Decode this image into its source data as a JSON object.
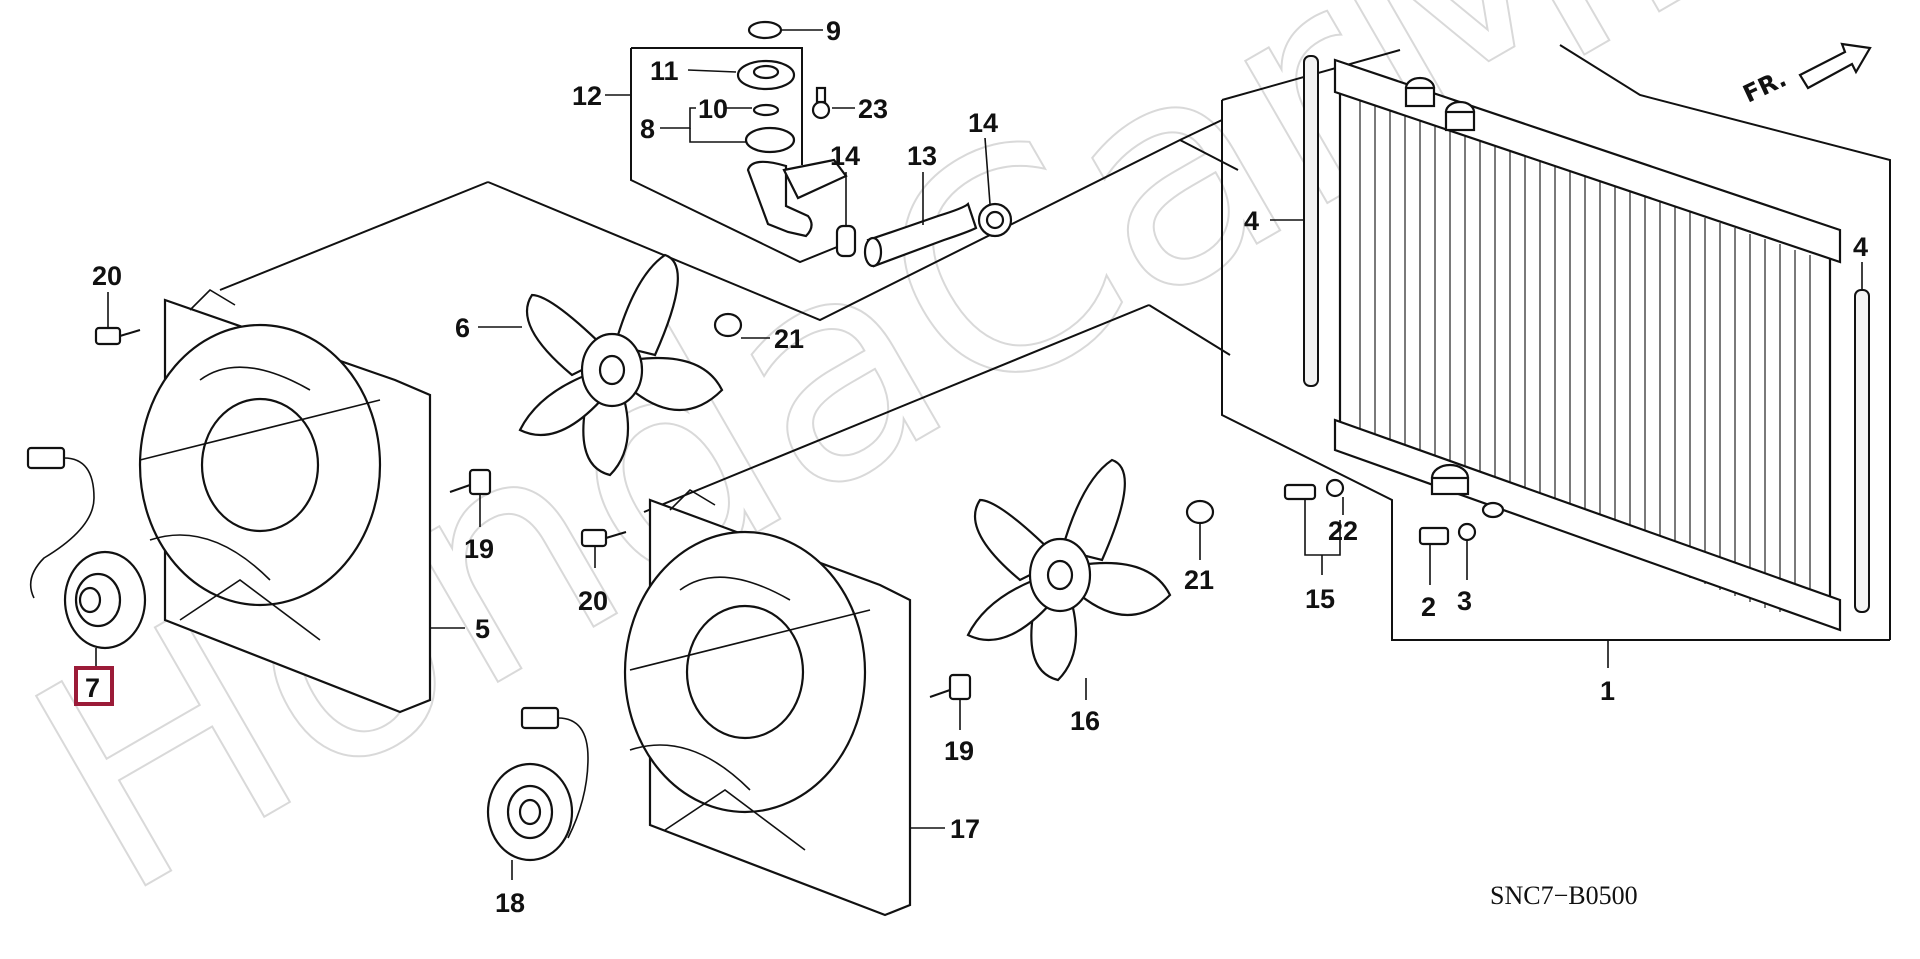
{
  "watermark": "HondaCarMine.ru",
  "direction_label": "FR.",
  "diagram_code": "SNC7−B0500",
  "highlight_color": "#9b1b38",
  "callouts": {
    "p1": "1",
    "p2": "2",
    "p3": "3",
    "p4a": "4",
    "p4b": "4",
    "p5": "5",
    "p6": "6",
    "p7": "7",
    "p8": "8",
    "p9": "9",
    "p10": "10",
    "p11": "11",
    "p12": "12",
    "p13": "13",
    "p14a": "14",
    "p14b": "14",
    "p15": "15",
    "p16": "16",
    "p17": "17",
    "p18": "18",
    "p19a": "19",
    "p19b": "19",
    "p20a": "20",
    "p20b": "20",
    "p21a": "21",
    "p21b": "21",
    "p22": "22",
    "p23": "23"
  },
  "highlighted_part": "7"
}
